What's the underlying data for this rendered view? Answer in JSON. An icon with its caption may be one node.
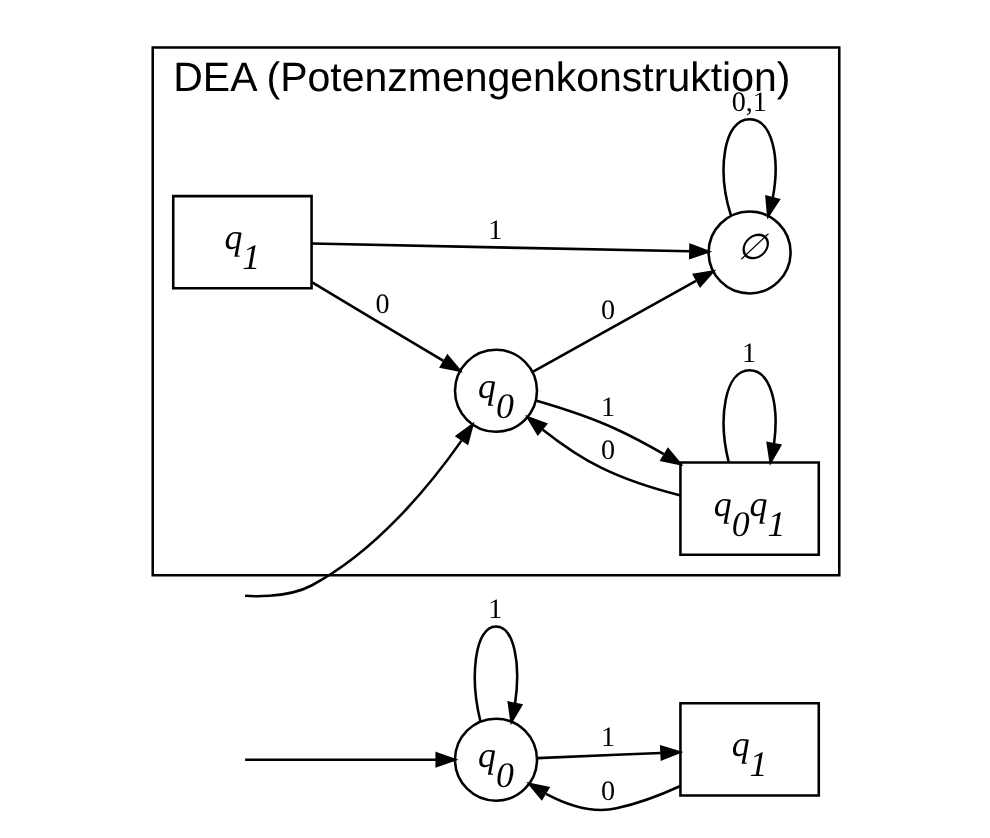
{
  "diagram": {
    "nodes": [
      {
        "text": [
          "q$_{0}$"
        ]
      },
      {
        "text": [
          "q$_{1}$"
        ]
      },
      {
        "text": [
          "DEA (Potenzmengenkonstruktion)"
        ]
      },
      {
        "text": [
          "∅"
        ],
        "in": 2
      },
      {
        "text": [
          "q$_{1}$"
        ],
        "in": 2
      },
      {
        "text": [
          "q$_{0}$"
        ],
        "in": 2
      },
      {
        "text": [
          "q$_{0}$q$_{1}$"
        ],
        "in": 2
      }
    ],
    "edges": [
      {
        "from": null,
        "to": 0,
        "arrow": "to"
      },
      {
        "from": 0,
        "to": 1,
        "arrow": "to",
        "label": "1"
      },
      {
        "from": 1,
        "to": 0,
        "arrow": "to",
        "label": "0"
      },
      {
        "from": 0,
        "to": 0,
        "arrow": "to",
        "label": "1"
      },
      {
        "from": 3,
        "to": 3,
        "arrow": "to",
        "label": "0,1"
      },
      {
        "from": 4,
        "to": 3,
        "arrow": "to",
        "label": "1"
      },
      {
        "from": 4,
        "to": 5,
        "arrow": "to",
        "label": "0"
      },
      {
        "from": 5,
        "to": 3,
        "arrow": "to",
        "label": "0"
      },
      {
        "from": null,
        "to": 5,
        "arrow": "to"
      },
      {
        "from": 5,
        "to": 6,
        "arrow": "to",
        "label": "1"
      },
      {
        "from": 6,
        "to": 5,
        "arrow": "to",
        "label": "0"
      },
      {
        "from": 6,
        "to": 6,
        "arrow": "to",
        "label": "1"
      }
    ]
  }
}
